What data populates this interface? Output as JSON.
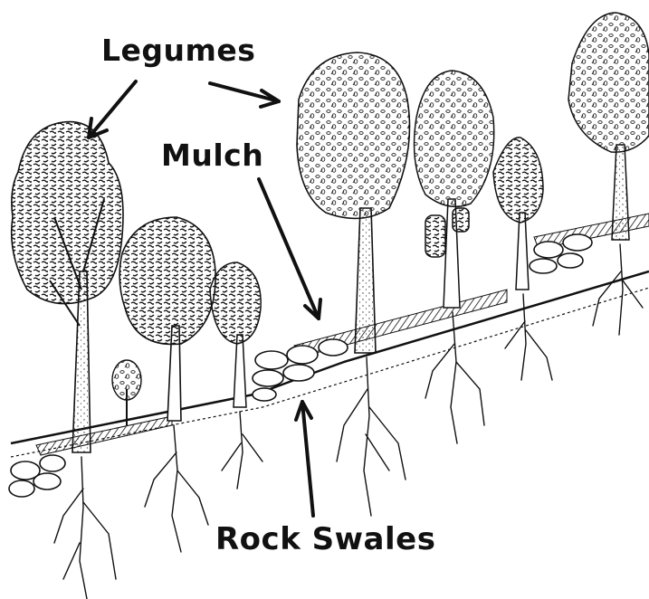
{
  "labels": {
    "legumes": "Legumes",
    "mulch": "Mulch",
    "rock_swales": "Rock Swales"
  },
  "colors": {
    "ink": "#111111",
    "background": "#ffffff"
  }
}
